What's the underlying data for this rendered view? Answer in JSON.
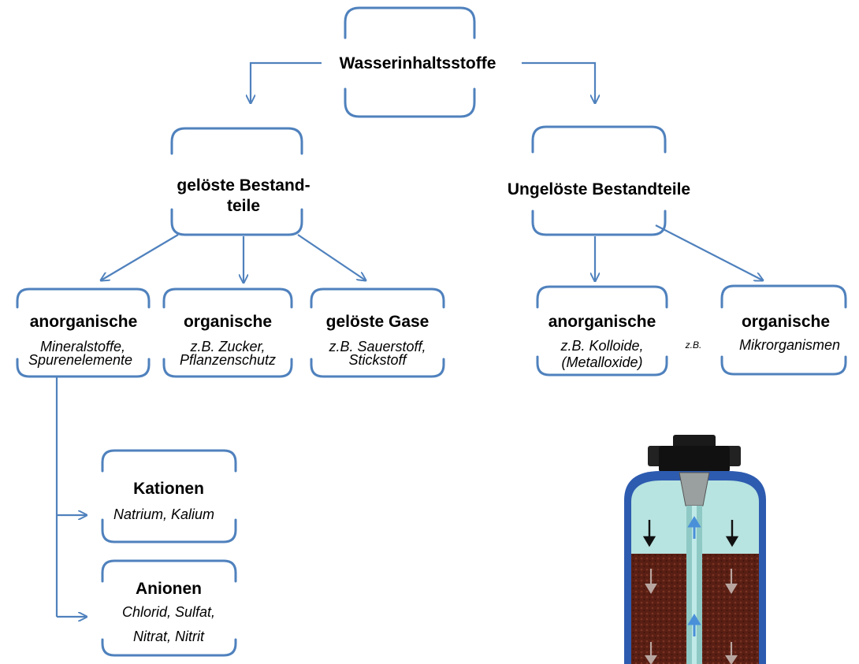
{
  "diagram": {
    "root": {
      "title": "Wasserinhaltsstoffe"
    },
    "dissolved": {
      "title_line1": "gelöste Bestand-",
      "title_line2": "teile"
    },
    "undissolved": {
      "title": "Ungelöste Bestandteile"
    },
    "dissolved_children": [
      {
        "title": "anorganische",
        "example_line1": "Mineralstoffe,",
        "example_line2": "Spurenelemente"
      },
      {
        "title": "organische",
        "example_line1": "z.B. Zucker,",
        "example_line2": "Pflanzenschutz"
      },
      {
        "title": "gelöste Gase",
        "example_line1": "z.B. Sauerstoff,",
        "example_line2": "Stickstoff"
      }
    ],
    "undissolved_children": [
      {
        "title": "anorganische",
        "example_line1": "z.B. Kolloide,",
        "example_line2": "(Metalloxide)"
      },
      {
        "title": "organische",
        "prefix": "z.B.",
        "example_line1": "Mikrorganismen"
      }
    ],
    "ions": [
      {
        "title": "Kationen",
        "example_line1": "Natrium, Kalium"
      },
      {
        "title": "Anionen",
        "example_line1": "Chlorid, Sulfat,",
        "example_line2": "Nitrat, Nitrit"
      }
    ]
  },
  "colors": {
    "connector": "#4f81bd",
    "tank_blue": "#2d5bb0",
    "tank_water": "#b7e3e0",
    "tank_media": "#5a1f14",
    "cap": "#1a1a1a"
  },
  "icons": {
    "filter_tank": "water-filter-tank-illustration"
  }
}
